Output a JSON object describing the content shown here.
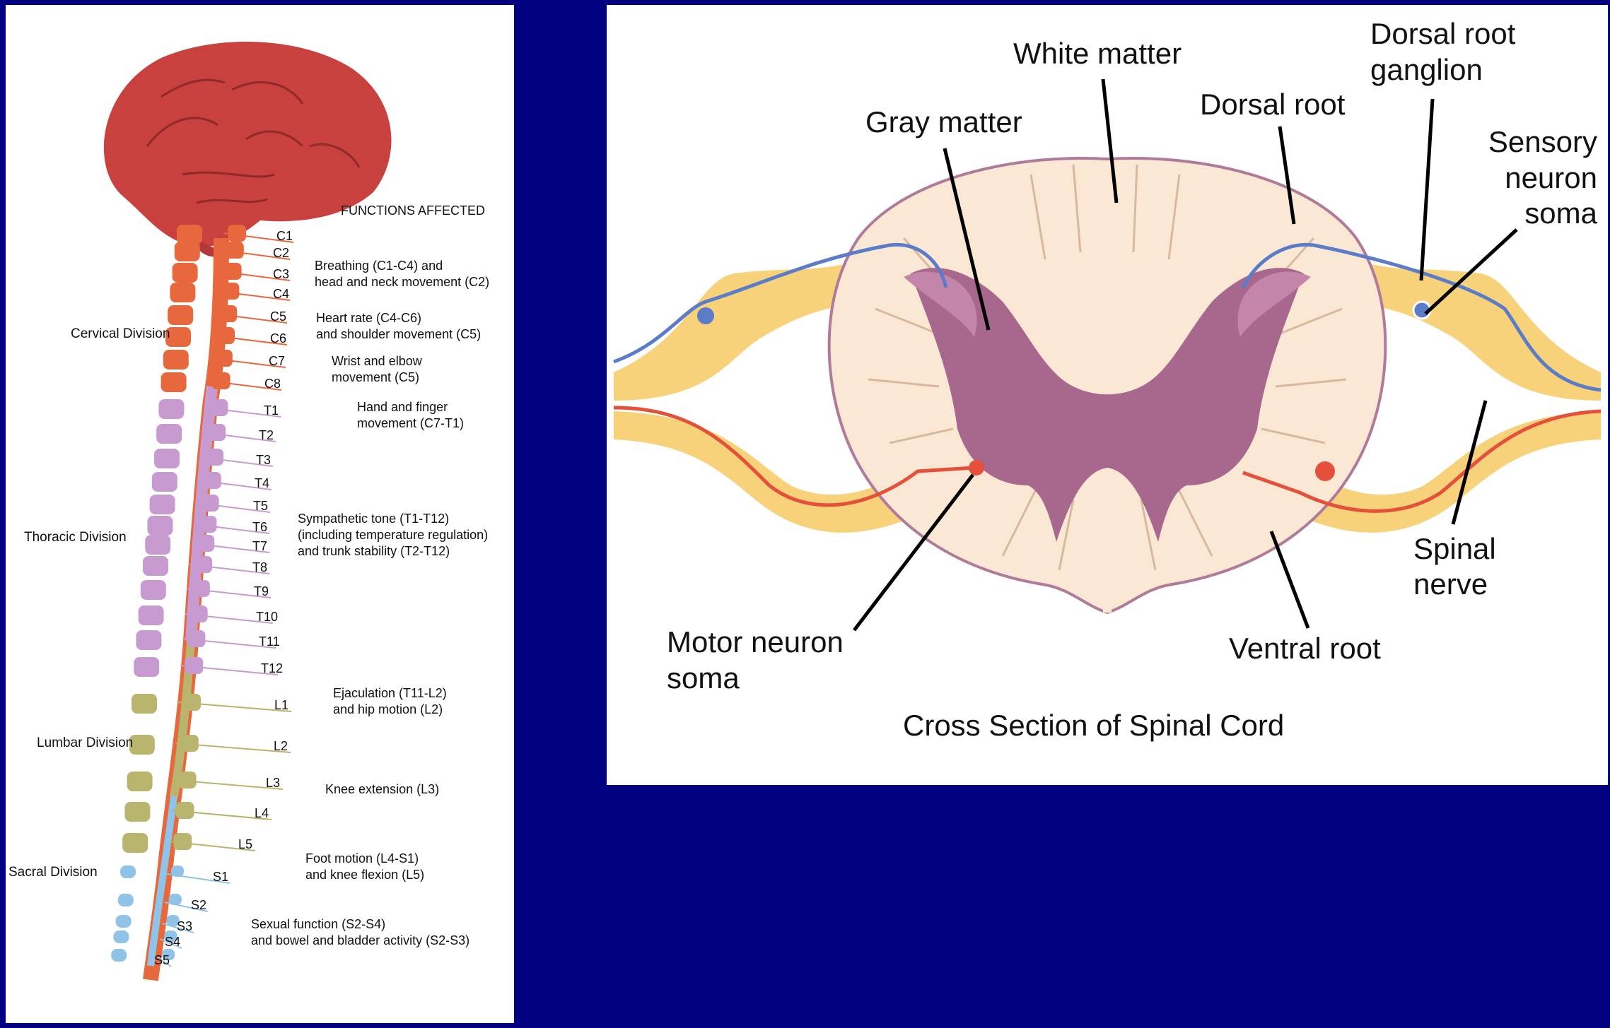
{
  "left_figure": {
    "header": "FUNCTIONS AFFECTED",
    "divisions": [
      "Cervical Division",
      "Thoracic Division",
      "Lumbar Division",
      "Sacral Division"
    ],
    "segments": [
      "C1",
      "C2",
      "C3",
      "C4",
      "C5",
      "C6",
      "C7",
      "C8",
      "T1",
      "T2",
      "T3",
      "T4",
      "T5",
      "T6",
      "T7",
      "T8",
      "T9",
      "T10",
      "T11",
      "T12",
      "L1",
      "L2",
      "L3",
      "L4",
      "L5",
      "S1",
      "S2",
      "S3",
      "S4",
      "S5"
    ],
    "functions": [
      {
        "line1": "Breathing (C1-C4) and",
        "line2": "head and neck movement (C2)"
      },
      {
        "line1": "Heart rate (C4-C6)",
        "line2": "and shoulder movement (C5)"
      },
      {
        "line1": "Wrist and elbow",
        "line2": "movement (C5)"
      },
      {
        "line1": "Hand and finger",
        "line2": "movement (C7-T1)"
      },
      {
        "line1": "Sympathetic tone (T1-T12)",
        "line2": "(including temperature regulation)",
        "line3": "and trunk stability (T2-T12)"
      },
      {
        "line1": "Ejaculation (T11-L2)",
        "line2": "and hip motion (L2)"
      },
      {
        "line1": "Knee extension (L3)"
      },
      {
        "line1": "Foot motion (L4-S1)",
        "line2": "and knee flexion (L5)"
      },
      {
        "line1": "Sexual function (S2-S4)",
        "line2": "and bowel and bladder activity (S2-S3)"
      }
    ],
    "colors": {
      "brain": "#c8413f",
      "cervical": "#e8683e",
      "thoracic": "#c89bd0",
      "lumbar": "#b9b46e",
      "sacral": "#8fc3e8"
    }
  },
  "right_figure": {
    "labels": {
      "white_matter": "White matter",
      "gray_matter": "Gray matter",
      "dorsal_root": "Dorsal root",
      "dorsal_root_ganglion_1": "Dorsal root",
      "dorsal_root_ganglion_2": "ganglion",
      "sensory_1": "Sensory",
      "sensory_2": "neuron",
      "sensory_3": "soma",
      "spinal_nerve_1": "Spinal",
      "spinal_nerve_2": "nerve",
      "ventral_root": "Ventral root",
      "motor_1": "Motor neuron",
      "motor_2": "soma"
    },
    "title": "Cross Section of Spinal Cord",
    "colors": {
      "white_matter": "#fbe8d4",
      "gray_matter": "#a8688e",
      "nerve": "#f7d27a",
      "sensory": "#5b7cc8",
      "motor": "#e5503a"
    }
  }
}
